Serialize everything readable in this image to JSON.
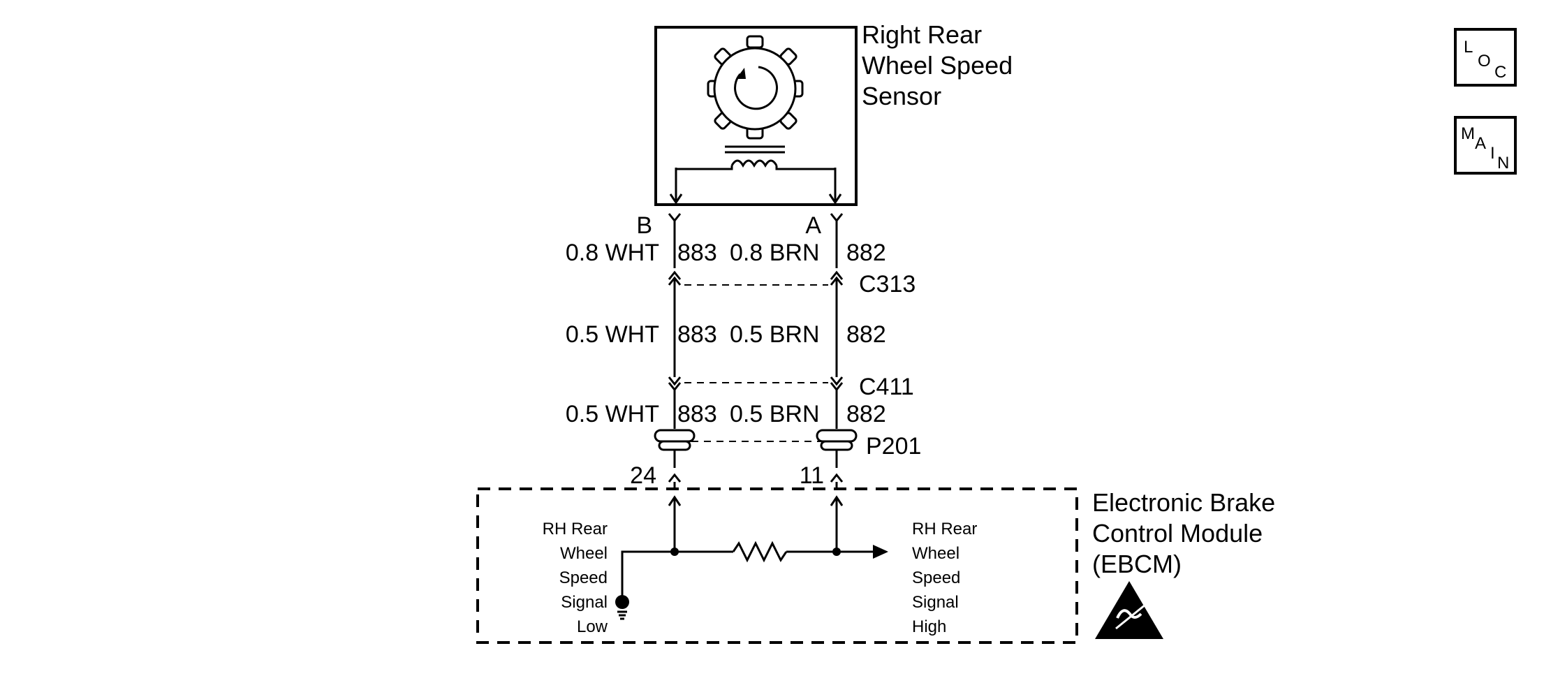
{
  "sensor": {
    "title_lines": [
      "Right Rear",
      "Wheel Speed",
      "Sensor"
    ]
  },
  "wires": {
    "left": {
      "terminal": "B",
      "segments": [
        {
          "gauge": "0.8 WHT",
          "circuit": "883"
        },
        {
          "gauge": "0.5 WHT",
          "circuit": "883"
        },
        {
          "gauge": "0.5 WHT",
          "circuit": "883"
        }
      ],
      "pin": "24"
    },
    "right": {
      "terminal": "A",
      "segments": [
        {
          "gauge": "0.8 BRN",
          "circuit": "882"
        },
        {
          "gauge": "0.5 BRN",
          "circuit": "882"
        },
        {
          "gauge": "0.5 BRN",
          "circuit": "882"
        }
      ],
      "pin": "11"
    }
  },
  "connectors": [
    "C313",
    "C411",
    "P201"
  ],
  "module": {
    "title_lines": [
      "Electronic Brake",
      "Control Module",
      "(EBCM)"
    ],
    "low_signal_lines": [
      "RH Rear",
      "Wheel",
      "Speed",
      "Signal",
      "Low"
    ],
    "high_signal_lines": [
      "RH Rear",
      "Wheel",
      "Speed",
      "Signal",
      "High"
    ]
  },
  "nav": {
    "loc": [
      "L",
      "O",
      "C"
    ],
    "main": [
      "M",
      "A",
      "I",
      "N"
    ]
  }
}
